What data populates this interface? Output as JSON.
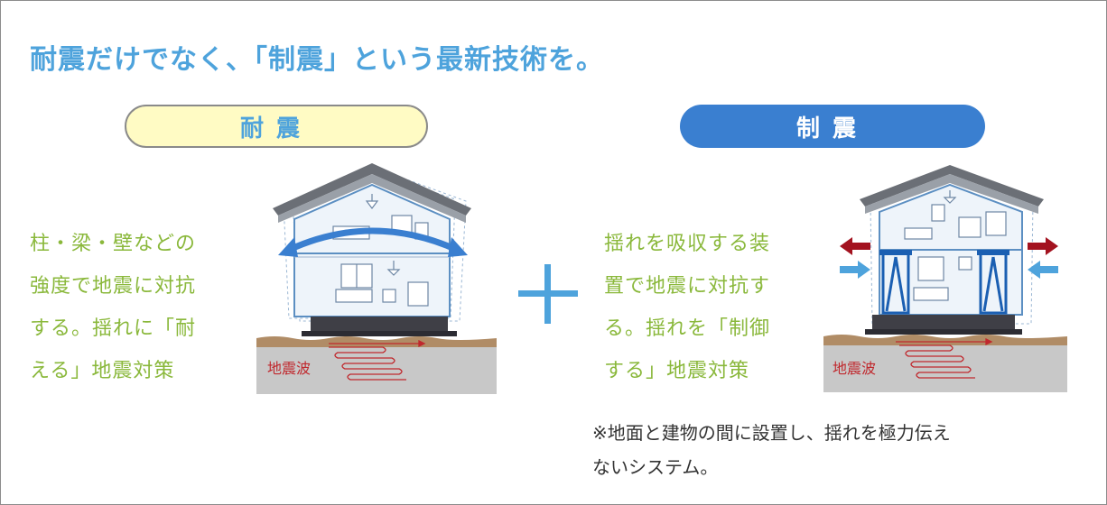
{
  "title": "耐震だけでなく、「制震」という最新技術を。",
  "left": {
    "label": "耐震",
    "description": [
      "柱・梁・壁などの",
      "強度で地震に対抗",
      "する。揺れに「耐",
      "える」地震対策"
    ],
    "wave_label": "地震波"
  },
  "plus_symbol": "＋",
  "right": {
    "label": "制震",
    "description": [
      "揺れを吸収する装",
      "置で地震に対抗す",
      "る。揺れを「制御",
      "する」地震対策"
    ],
    "wave_label": "地震波"
  },
  "note": [
    "※地面と建物の間に設置し、揺れを極力伝え",
    "ないシステム。"
  ],
  "colors": {
    "title": "#4ea3dc",
    "left_pill_bg": "#fffbc4",
    "right_pill_bg": "#3a7fd0",
    "description_text": "#8ab83b",
    "sway_arrow": "#3a7fd0",
    "red_arrow": "#a3121f",
    "blue_arrow": "#4ea3dc",
    "seismic_wave": "#c0282d"
  },
  "icons": [
    "double-headed-sway-arrow-icon",
    "damper-frame-icon",
    "red-left-arrow-icon",
    "red-right-arrow-icon",
    "blue-right-arrow-icon",
    "blue-left-arrow-icon",
    "seismic-wave-icon"
  ]
}
